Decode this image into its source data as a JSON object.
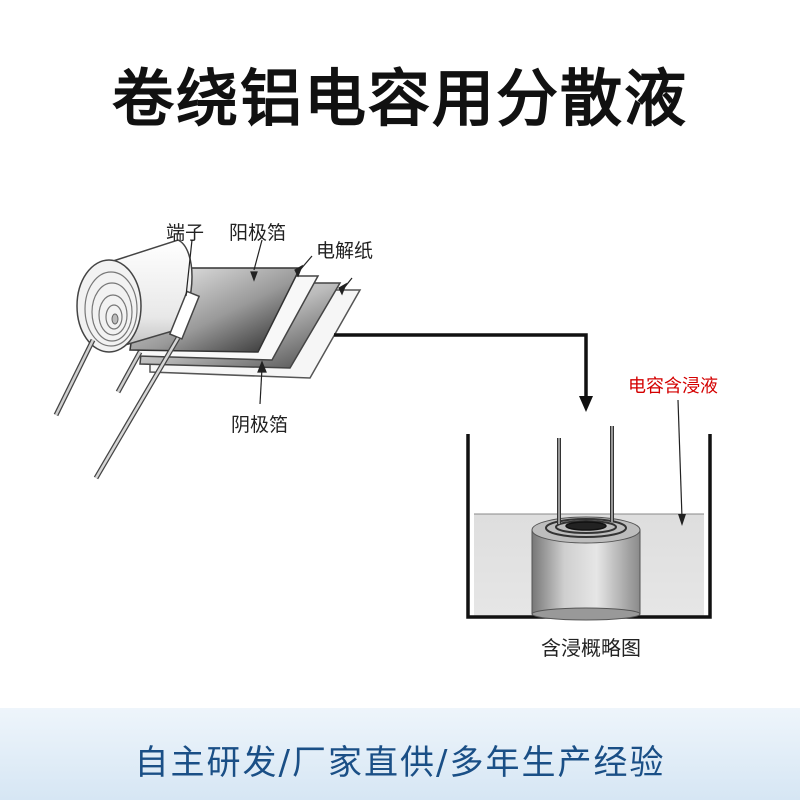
{
  "title": "卷绕铝电容用分散液",
  "winding_labels": {
    "terminal": "端子",
    "anode_foil": "阳极箔",
    "electrolytic_paper": "电解纸",
    "cathode_foil": "阴极箔"
  },
  "impregnation": {
    "liquid_label": "电容含浸液",
    "caption": "含浸概略图"
  },
  "footer": "自主研发/厂家直供/多年生产经验",
  "colors": {
    "label_red": "#d40000",
    "footer_text": "#1a4f86",
    "footer_bg": "#d6e6f4"
  }
}
